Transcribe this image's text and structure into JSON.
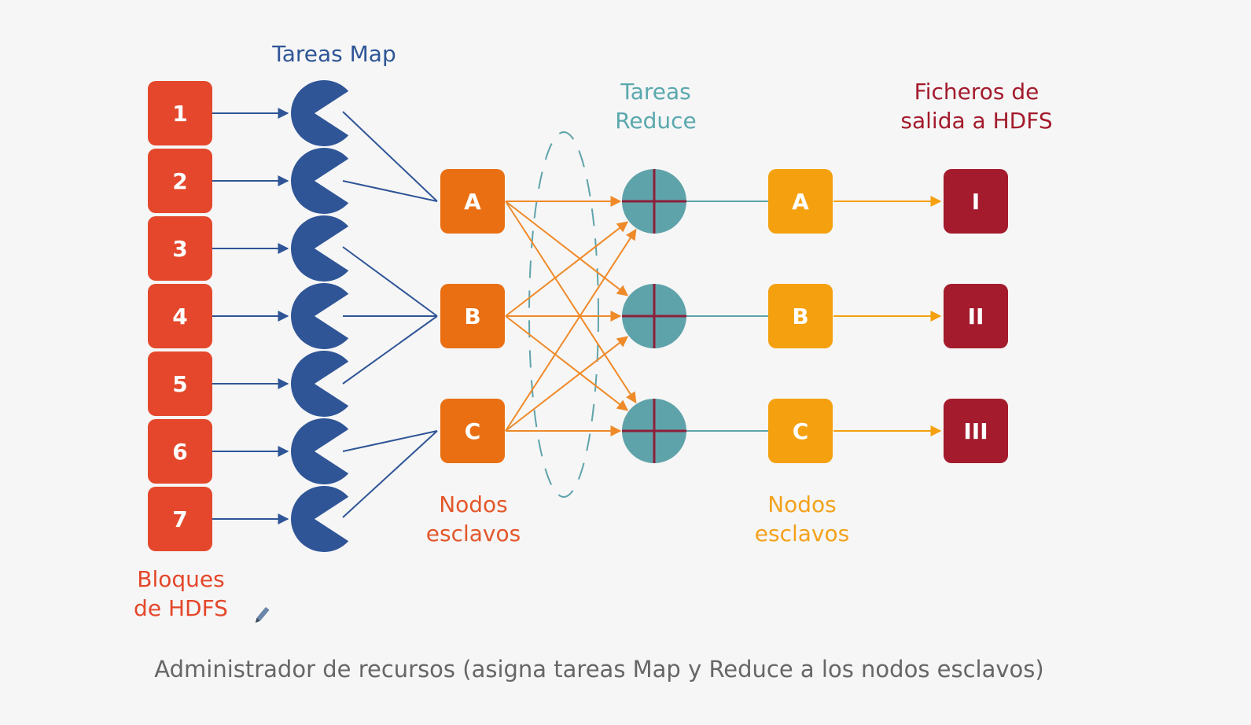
{
  "labels": {
    "tareas_map": "Tareas Map",
    "tareas_reduce": [
      "Tareas",
      "Reduce"
    ],
    "ficheros_salida": [
      "Ficheros de",
      "salida a HDFS"
    ],
    "nodos_esclavos_map": [
      "Nodos",
      "esclavos"
    ],
    "nodos_esclavos_reduce": [
      "Nodos",
      "esclavos"
    ],
    "bloques_hdfs": [
      "Bloques",
      "de HDFS"
    ],
    "caption": "Administrador de recursos (asigna tareas Map y Reduce a los nodos esclavos)"
  },
  "blocks": [
    "1",
    "2",
    "3",
    "4",
    "5",
    "6",
    "7"
  ],
  "map_nodes": [
    "A",
    "B",
    "C"
  ],
  "reduce_nodes": [
    "A",
    "B",
    "C"
  ],
  "outputs": [
    "I",
    "II",
    "III"
  ],
  "colors": {
    "block": "#e4472b",
    "map_task": "#2f5597",
    "map_node": "#ea6f12",
    "shuffle_arrow": "#ef8a2a",
    "reduce_task": "#5fa3aa",
    "reduce_cross": "#8e1f3a",
    "reduce_node": "#f5a00f",
    "output": "#a31b2c",
    "label_map": "#2f5597",
    "label_reduce": "#5aa8ae",
    "label_output": "#a31b2c",
    "label_nodes_map": "#e4572b",
    "label_nodes_reduce": "#f4a21c",
    "label_blocks": "#e4472b",
    "caption": "#666666"
  },
  "icons": {
    "map_task": "pacman-icon",
    "reduce_task": "circle-cross-icon",
    "pointer": "pen-cursor-icon"
  }
}
